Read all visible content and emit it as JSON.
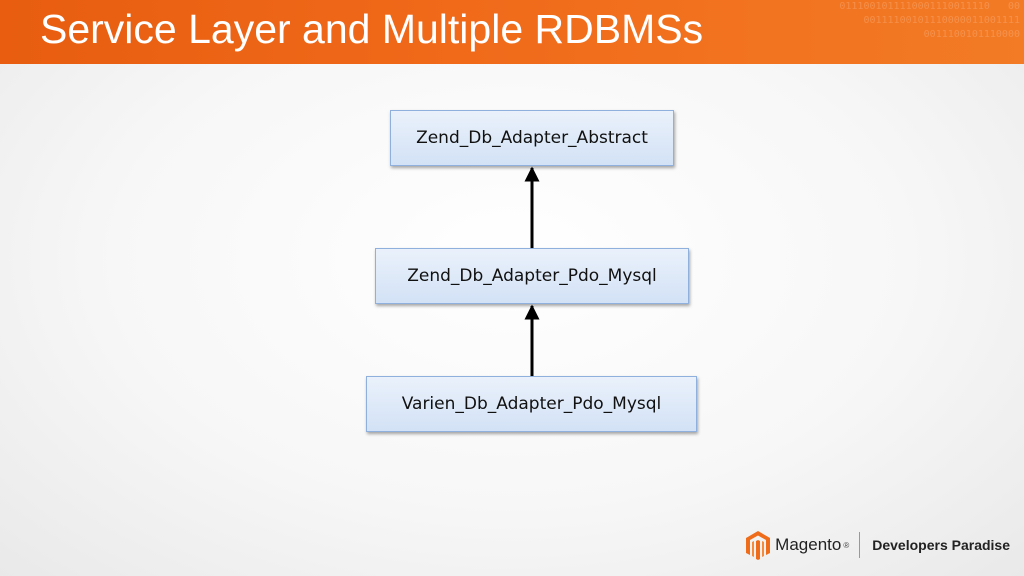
{
  "slide": {
    "title": "Service Layer and Multiple RDBMSs"
  },
  "diagram": {
    "nodes": [
      {
        "id": "n1",
        "label": "Zend_Db_Adapter_Abstract"
      },
      {
        "id": "n2",
        "label": "Zend_Db_Adapter_Pdo_Mysql"
      },
      {
        "id": "n3",
        "label": "Varien_Db_Adapter_Pdo_Mysql"
      }
    ],
    "edges": [
      {
        "from": "n2",
        "to": "n1",
        "type": "inheritance-arrow"
      },
      {
        "from": "n3",
        "to": "n2",
        "type": "inheritance-arrow"
      }
    ]
  },
  "footer": {
    "brand": "Magento",
    "registered_mark": "®",
    "tagline": "Developers Paradise",
    "logo_icon": "magento-logo-icon"
  },
  "colors": {
    "header_orange": "#f06a1a",
    "node_fill": "#d3e2f6",
    "node_border": "#8fb0dc"
  }
}
